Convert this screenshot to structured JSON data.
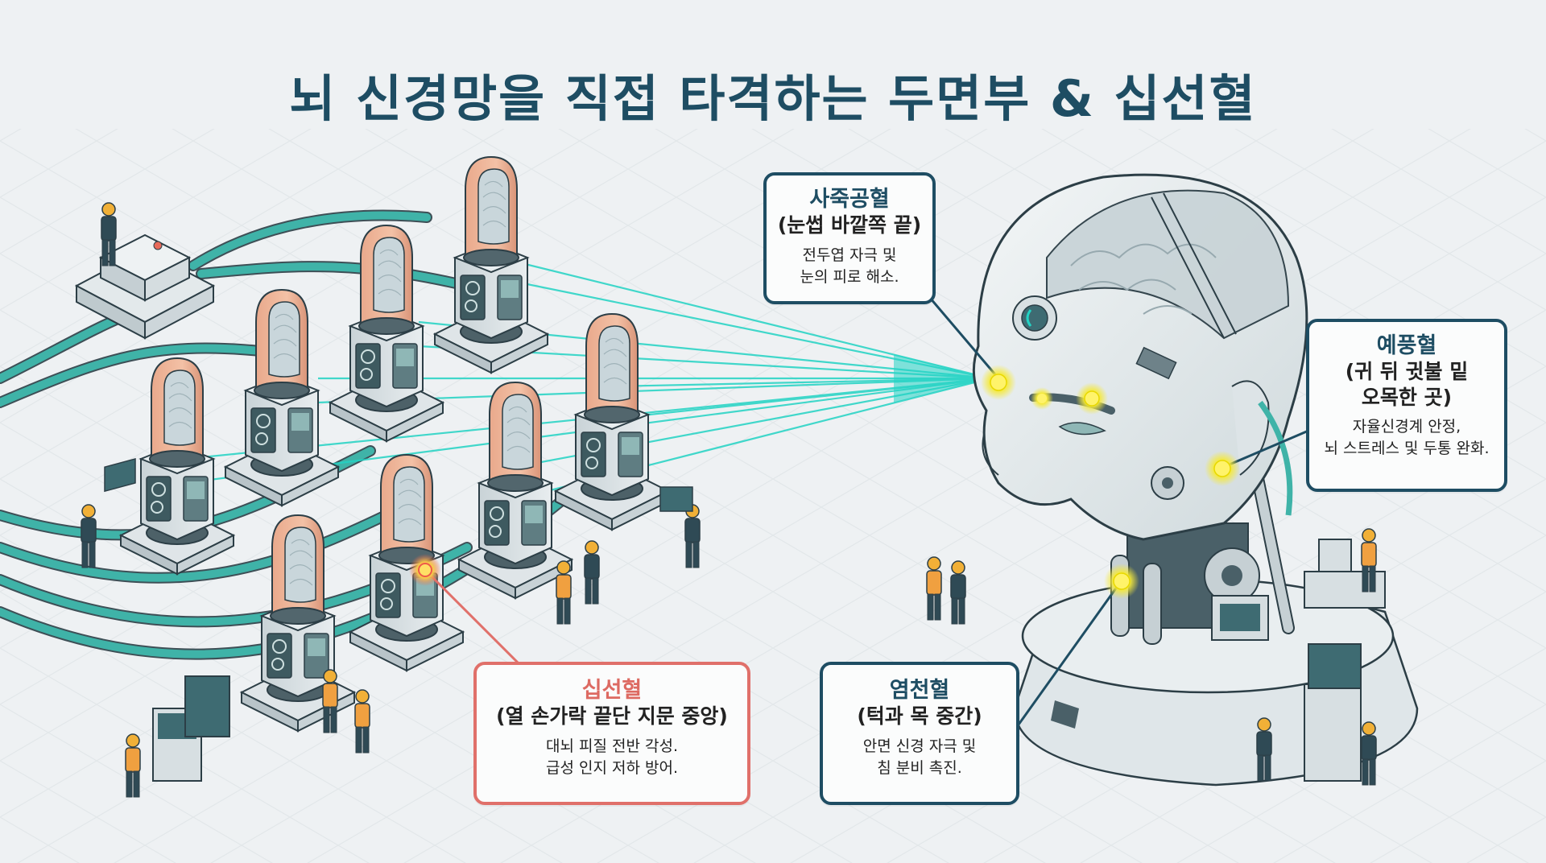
{
  "title": "뇌 신경망을 직접 타격하는 두면부 & 십선혈",
  "colors": {
    "title": "#1e4d63",
    "callout_border": "#1e4d63",
    "callout_accent_red": "#e0706a",
    "cable_teal": "#3fb3a8",
    "beam_cyan": "#22d3c4",
    "acupoint_glow": "#f5e93a",
    "background": "#eef1f3"
  },
  "callouts": [
    {
      "id": "sajukgong",
      "name": "사죽공혈",
      "location": "(눈썹 바깥쪽 끝)",
      "description_lines": [
        "전두엽 자극 및",
        "눈의 피로 해소."
      ]
    },
    {
      "id": "yepung",
      "name": "예풍혈",
      "location_lines": [
        "(귀 뒤 귓불 밑",
        "오목한 곳)"
      ],
      "description_lines": [
        "자율신경계 안정,",
        "뇌 스트레스 및 두통 완화."
      ]
    },
    {
      "id": "sipseon",
      "name": "십선혈",
      "location": "(열 손가락 끝단 지문 중앙)",
      "description_lines": [
        "대뇌 피질 전반 각성.",
        "급성 인지 저하 방어."
      ]
    },
    {
      "id": "yeomcheon",
      "name": "염천혈",
      "location": "(턱과 목 중간)",
      "description_lines": [
        "안면 신경 자극 및",
        "침 분비 촉진."
      ]
    }
  ],
  "illustration": {
    "left": "ten-fingertip-modules-with-workers",
    "right": "robotic-head-with-exposed-brain",
    "acupoints_marked": 5
  }
}
